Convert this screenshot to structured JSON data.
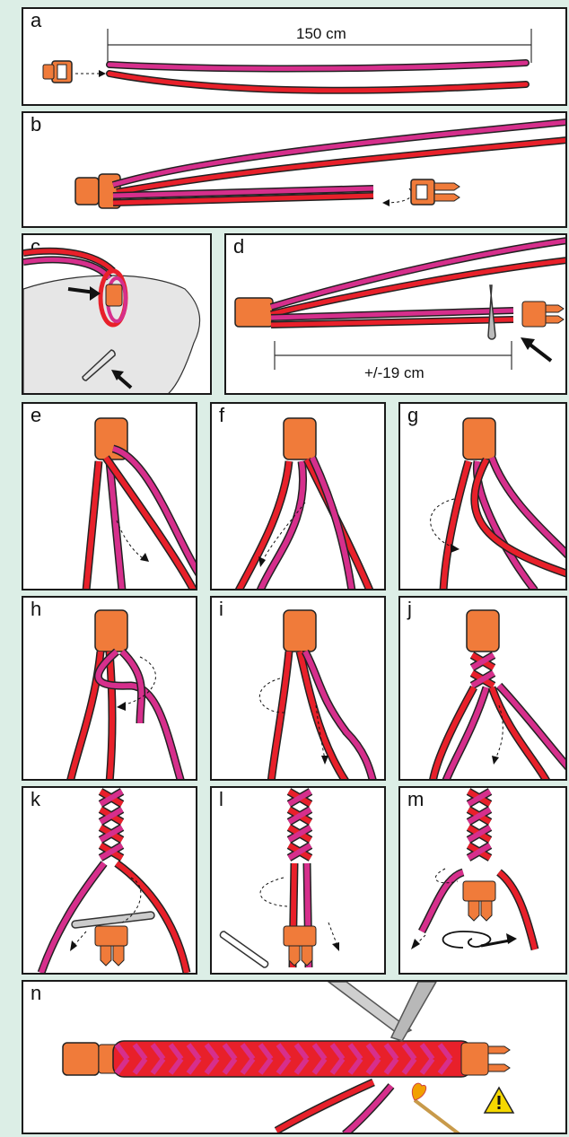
{
  "panels": {
    "a": "a",
    "b": "b",
    "c": "c",
    "d": "d",
    "e": "e",
    "f": "f",
    "g": "g",
    "h": "h",
    "i": "i",
    "j": "j",
    "k": "k",
    "l": "l",
    "m": "m",
    "n": "n"
  },
  "measurements": {
    "total_length": "150 cm",
    "bracelet_length": "+/-19 cm"
  },
  "colors": {
    "cord_red": "#e8202a",
    "cord_pink": "#d62f8c",
    "buckle_orange": "#f07b3a",
    "background": "#dceee6",
    "warning_yellow": "#f5d800"
  },
  "icons": [
    "side-release-buckle-icon",
    "safety-pin-icon",
    "scissors-icon",
    "match-flame-icon",
    "warning-triangle-icon",
    "direction-arrow-icon"
  ]
}
